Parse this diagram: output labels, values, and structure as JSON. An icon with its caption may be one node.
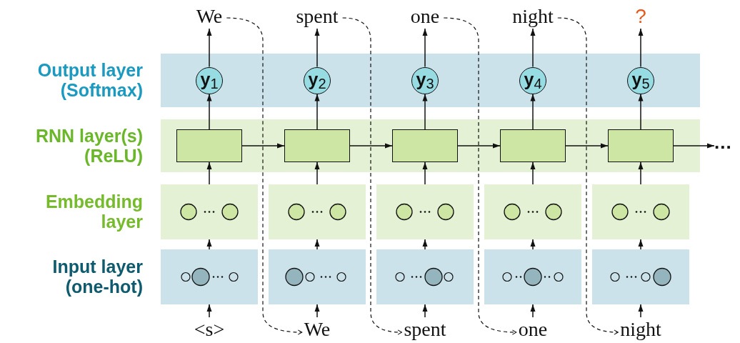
{
  "diagram": {
    "nodes": [
      {
        "text": [
          "We"
        ]
      },
      {
        "text": [
          "spent"
        ]
      },
      {
        "text": [
          "one"
        ]
      },
      {
        "text": [
          "night"
        ]
      },
      {
        "text": [
          "?"
        ]
      },
      {
        "text": [],
        "shape": "box"
      },
      {
        "text": [
          "**y**$_{1}$"
        ],
        "in": 5
      },
      {
        "text": [
          "**y**$_{2}$"
        ],
        "in": 5
      },
      {
        "text": [
          "**y**$_{3}$"
        ],
        "in": 5
      },
      {
        "text": [
          "**y**$_{4}$"
        ],
        "in": 5
      },
      {
        "text": [
          "**y**$_{5}$"
        ],
        "in": 5
      },
      {
        "text": [],
        "shape": "box"
      },
      {
        "text": [],
        "shape": "box",
        "in": 11
      },
      {
        "text": [],
        "shape": "box",
        "in": 11
      },
      {
        "text": [],
        "shape": "box",
        "in": 11
      },
      {
        "text": [],
        "shape": "box",
        "in": 11
      },
      {
        "text": [],
        "shape": "box",
        "in": 11
      },
      {
        "text": [
          "..."
        ]
      },
      {
        "text": [],
        "shape": "box"
      },
      {
        "text": [],
        "shape": "box"
      },
      {
        "text": [],
        "shape": "box"
      },
      {
        "text": [],
        "shape": "box"
      },
      {
        "text": [],
        "shape": "box"
      },
      {
        "text": [],
        "shape": "box"
      },
      {
        "text": [],
        "shape": "box"
      },
      {
        "text": [],
        "shape": "box"
      },
      {
        "text": [],
        "shape": "box"
      },
      {
        "text": [],
        "shape": "box"
      },
      {
        "text": [
          "<s>"
        ]
      },
      {
        "text": [
          "We"
        ]
      },
      {
        "text": [
          "spent"
        ]
      },
      {
        "text": [
          "one"
        ]
      },
      {
        "text": [
          "night"
        ]
      }
    ],
    "edges": [
      {
        "from": 28,
        "to": 23,
        "arrow": "to"
      },
      {
        "from": 29,
        "to": 24,
        "arrow": "to"
      },
      {
        "from": 30,
        "to": 25,
        "arrow": "to"
      },
      {
        "from": 31,
        "to": 26,
        "arrow": "to"
      },
      {
        "from": 32,
        "to": 27,
        "arrow": "to"
      },
      {
        "from": 23,
        "to": 18,
        "arrow": "to"
      },
      {
        "from": 24,
        "to": 19,
        "arrow": "to"
      },
      {
        "from": 25,
        "to": 20,
        "arrow": "to"
      },
      {
        "from": 26,
        "to": 21,
        "arrow": "to"
      },
      {
        "from": 27,
        "to": 22,
        "arrow": "to"
      },
      {
        "from": 18,
        "to": 12,
        "arrow": "to"
      },
      {
        "from": 19,
        "to": 13,
        "arrow": "to"
      },
      {
        "from": 20,
        "to": 14,
        "arrow": "to"
      },
      {
        "from": 21,
        "to": 15,
        "arrow": "to"
      },
      {
        "from": 22,
        "to": 16,
        "arrow": "to"
      },
      {
        "from": 12,
        "to": 6,
        "arrow": "to"
      },
      {
        "from": 13,
        "to": 7,
        "arrow": "to"
      },
      {
        "from": 14,
        "to": 8,
        "arrow": "to"
      },
      {
        "from": 15,
        "to": 9,
        "arrow": "to"
      },
      {
        "from": 16,
        "to": 10,
        "arrow": "to"
      },
      {
        "from": 6,
        "to": 0,
        "arrow": "to"
      },
      {
        "from": 7,
        "to": 1,
        "arrow": "to"
      },
      {
        "from": 8,
        "to": 2,
        "arrow": "to"
      },
      {
        "from": 9,
        "to": 3,
        "arrow": "to"
      },
      {
        "from": 10,
        "to": 4,
        "arrow": "to"
      },
      {
        "from": 12,
        "to": 13,
        "arrow": "to"
      },
      {
        "from": 13,
        "to": 14,
        "arrow": "to"
      },
      {
        "from": 14,
        "to": 15,
        "arrow": "to"
      },
      {
        "from": 15,
        "to": 16,
        "arrow": "to"
      },
      {
        "from": 16,
        "to": 17,
        "arrow": "to"
      },
      {
        "from": 0,
        "to": 29,
        "arrow": "to",
        "style": "dashed"
      },
      {
        "from": 1,
        "to": 30,
        "arrow": "to",
        "style": "dashed"
      },
      {
        "from": 2,
        "to": 31,
        "arrow": "to",
        "style": "dashed"
      },
      {
        "from": 3,
        "to": 32,
        "arrow": "to",
        "style": "dashed"
      }
    ],
    "labels": [
      "Output layer (Softmax)",
      "RNN layer(s) (ReLU)",
      "Embedding layer",
      "Input layer (one-hot)"
    ]
  }
}
